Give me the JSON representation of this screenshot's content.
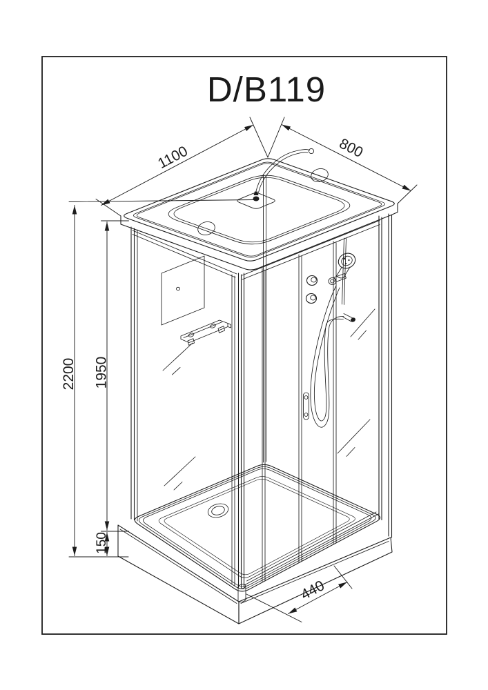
{
  "page": {
    "background": "#ffffff",
    "line_color": "#1c1c1c"
  },
  "drawing": {
    "title": "D/B119",
    "dimensions": {
      "top_width": "1100",
      "top_depth": "800",
      "total_height": "2200",
      "cabin_height": "1950",
      "tray_height": "150",
      "door_width": "440"
    }
  }
}
